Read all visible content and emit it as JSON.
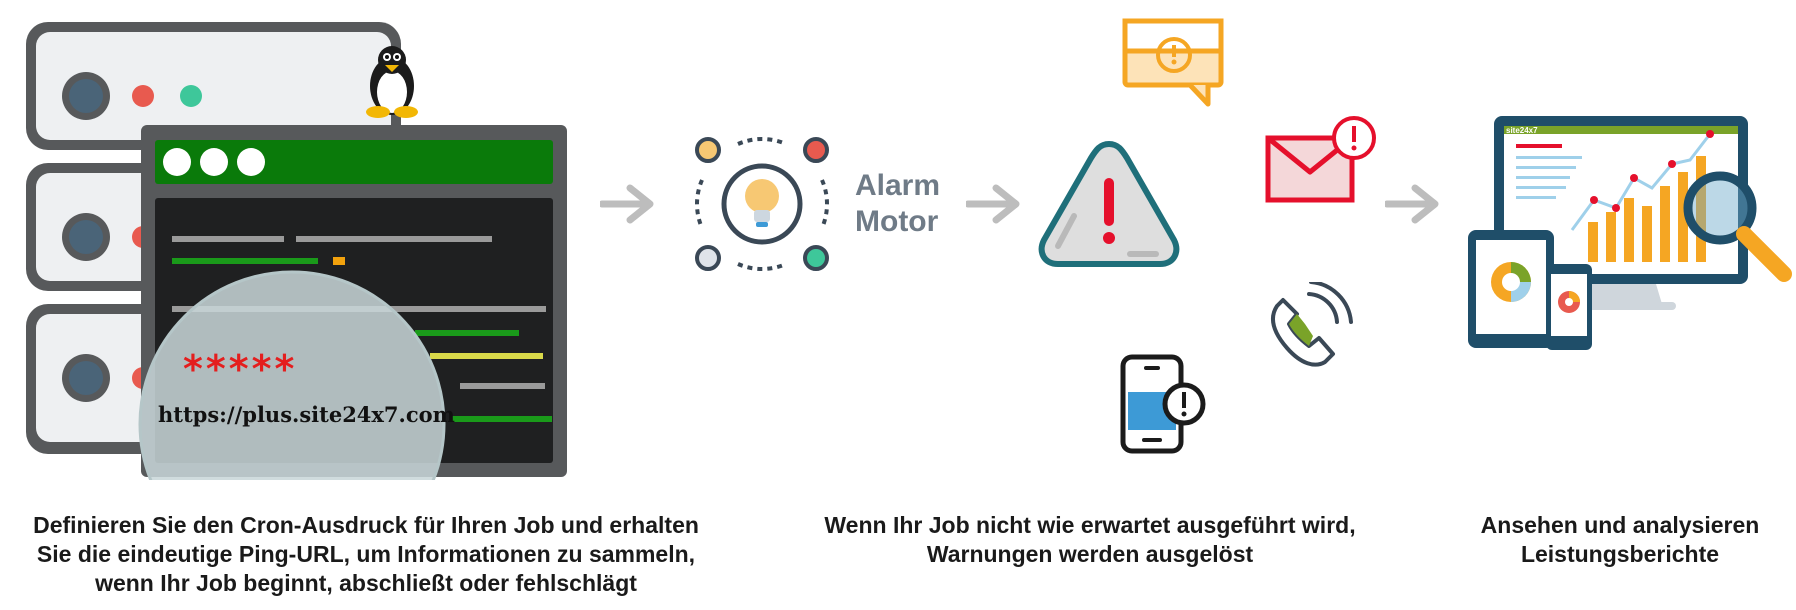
{
  "steps": [
    {
      "caption_lines": [
        "Definieren Sie den Cron-Ausdruck für Ihren Job und erhalten",
        "Sie die eindeutige Ping-URL, um Informationen zu sammeln,",
        "wenn Ihr Job beginnt, abschließt oder fehlschlägt"
      ]
    },
    {
      "caption_lines": [
        "Wenn Ihr Job nicht wie erwartet ausgeführt wird,",
        "Warnungen werden ausgelöst"
      ]
    },
    {
      "caption_lines": [
        "Ansehen und analysieren",
        "Leistungsberichte"
      ]
    }
  ],
  "server_illustration": {
    "masked_secret": "*****",
    "ping_url": "https://plus.site24x7.com"
  },
  "alarm_engine": {
    "label_lines": [
      "Alarm",
      "Motor"
    ]
  },
  "report_screen": {
    "brand": "site24x7"
  },
  "colors": {
    "arrow": "#bdbdbd",
    "server_frame": "#57595b",
    "terminal_green": "#0a7a0a",
    "alert_red": "#e5102c",
    "alarm_teal": "#1f6f7a",
    "orange": "#f5a623"
  },
  "icons": [
    "linux-penguin-icon",
    "terminal-window-icon",
    "magnifier-icon",
    "arrow-right-icon",
    "alarm-engine-icon",
    "warning-triangle-icon",
    "chat-alert-icon",
    "email-alert-icon",
    "mobile-alert-icon",
    "phone-call-icon",
    "monitor-report-icon"
  ]
}
